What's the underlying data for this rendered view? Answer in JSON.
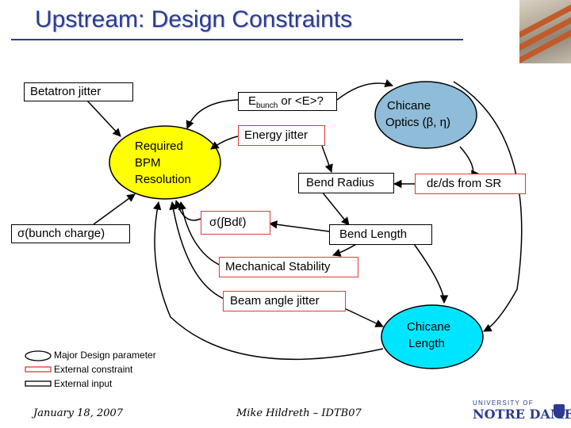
{
  "title": "Upstream: Design Constraints",
  "nodes": {
    "betatron_jitter": "Betatron jitter",
    "ebunch_main": "E",
    "ebunch_sub": "bunch",
    "ebunch_rest": " or <E>?",
    "chicane_optics_line1": "Chicane",
    "chicane_optics_line2": "Optics (β, η)",
    "energy_jitter": "Energy jitter",
    "required_bpm_line1": "Required",
    "required_bpm_line2": "BPM",
    "required_bpm_line3": "Resolution",
    "bend_radius": "Bend Radius",
    "de_ds": "dε/ds from SR",
    "sigma_bunch_charge": "σ(bunch charge)",
    "sigma_bdl": "σ(∫Bdℓ)",
    "bend_length": "Bend Length",
    "mechanical_stability": "Mechanical Stability",
    "beam_angle_jitter": "Beam angle jitter",
    "chicane_length_line1": "Chicane",
    "chicane_length_line2": "Length"
  },
  "legend": {
    "major": "Major Design parameter",
    "constraint": "External constraint",
    "input": "External input"
  },
  "footer": {
    "date": "January 18, 2007",
    "author": "Mike Hildreth – IDTB07"
  },
  "logo": {
    "top": "UNIVERSITY OF",
    "main": "NOTRE DAME"
  },
  "colors": {
    "title": "#2c3b8f",
    "bpm_fill": "#ffff00",
    "optics_fill": "#8fbcd8",
    "length_fill": "#00e5ff",
    "constraint_border": "#e23a3a"
  }
}
